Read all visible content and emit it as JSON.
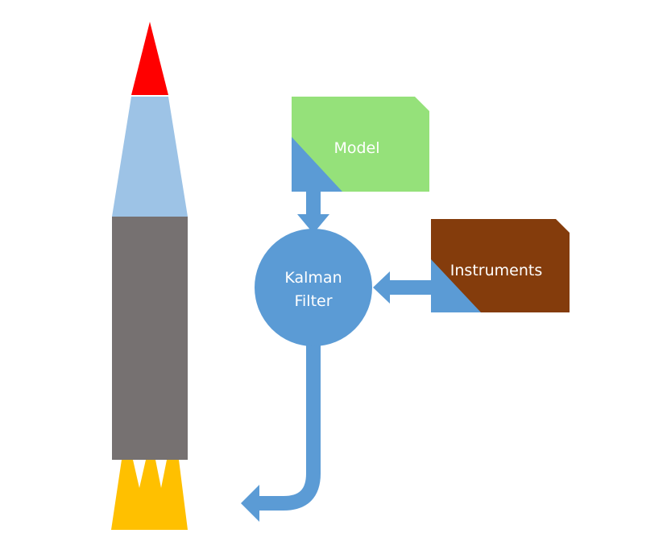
{
  "diagram": {
    "nodes": {
      "model": {
        "label": "Model",
        "fill": "#95E17A",
        "accent": "#5B9BD5",
        "text_color": "#FFFFFF"
      },
      "instruments": {
        "label": "Instruments",
        "fill": "#843C0C",
        "accent": "#5B9BD5",
        "text_color": "#FFFFFF"
      },
      "kalman_filter": {
        "label_line1": "Kalman",
        "label_line2": "Filter",
        "fill": "#5B9BD5",
        "text_color": "#FFFFFF"
      }
    },
    "connectors_color": "#5B9BD5"
  },
  "rocket": {
    "nose_color": "#FF0000",
    "upper_body_color": "#9DC3E6",
    "main_body_color": "#767171",
    "flame_color": "#FFC000"
  }
}
